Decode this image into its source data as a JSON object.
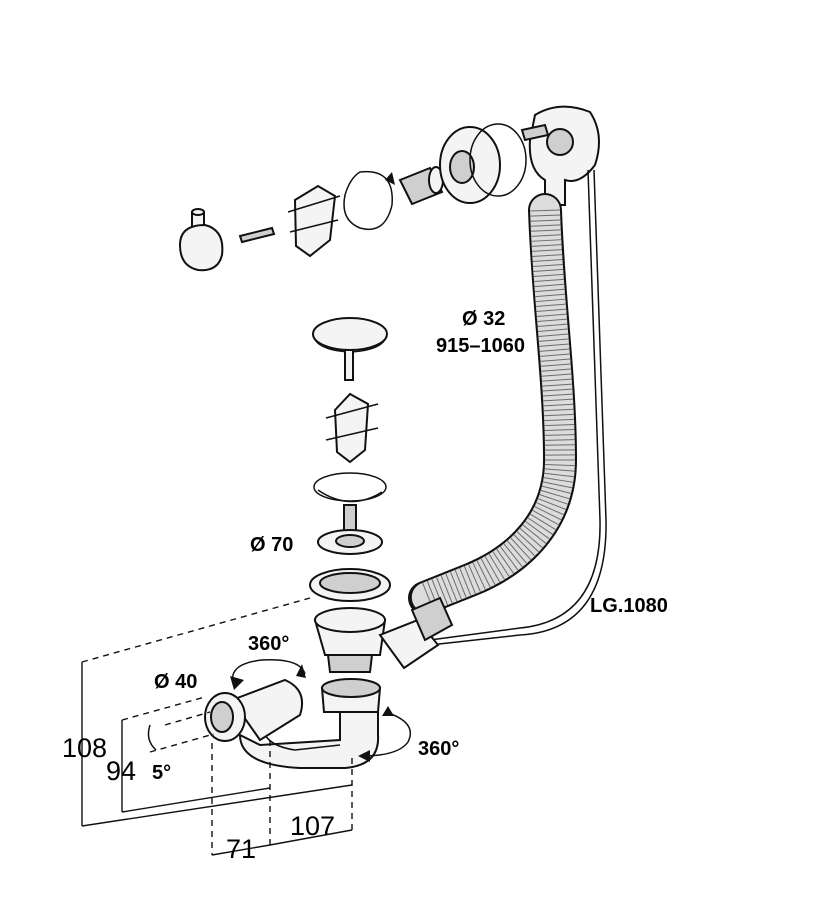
{
  "labels": {
    "hose_diameter": "Ø 32",
    "hose_length": "915–1060",
    "waste_diameter": "Ø 70",
    "cable_length": "LG.1080",
    "rotation_top": "360°",
    "outlet_diameter": "Ø 40",
    "rotation_bottom": "360°",
    "height_total": "108",
    "height_outlet": "94",
    "angle": "5°",
    "width_a": "71",
    "width_b": "107"
  },
  "colors": {
    "line": "#111111",
    "fill_light": "#f4f4f4",
    "fill_dark": "#cfcfcf"
  }
}
